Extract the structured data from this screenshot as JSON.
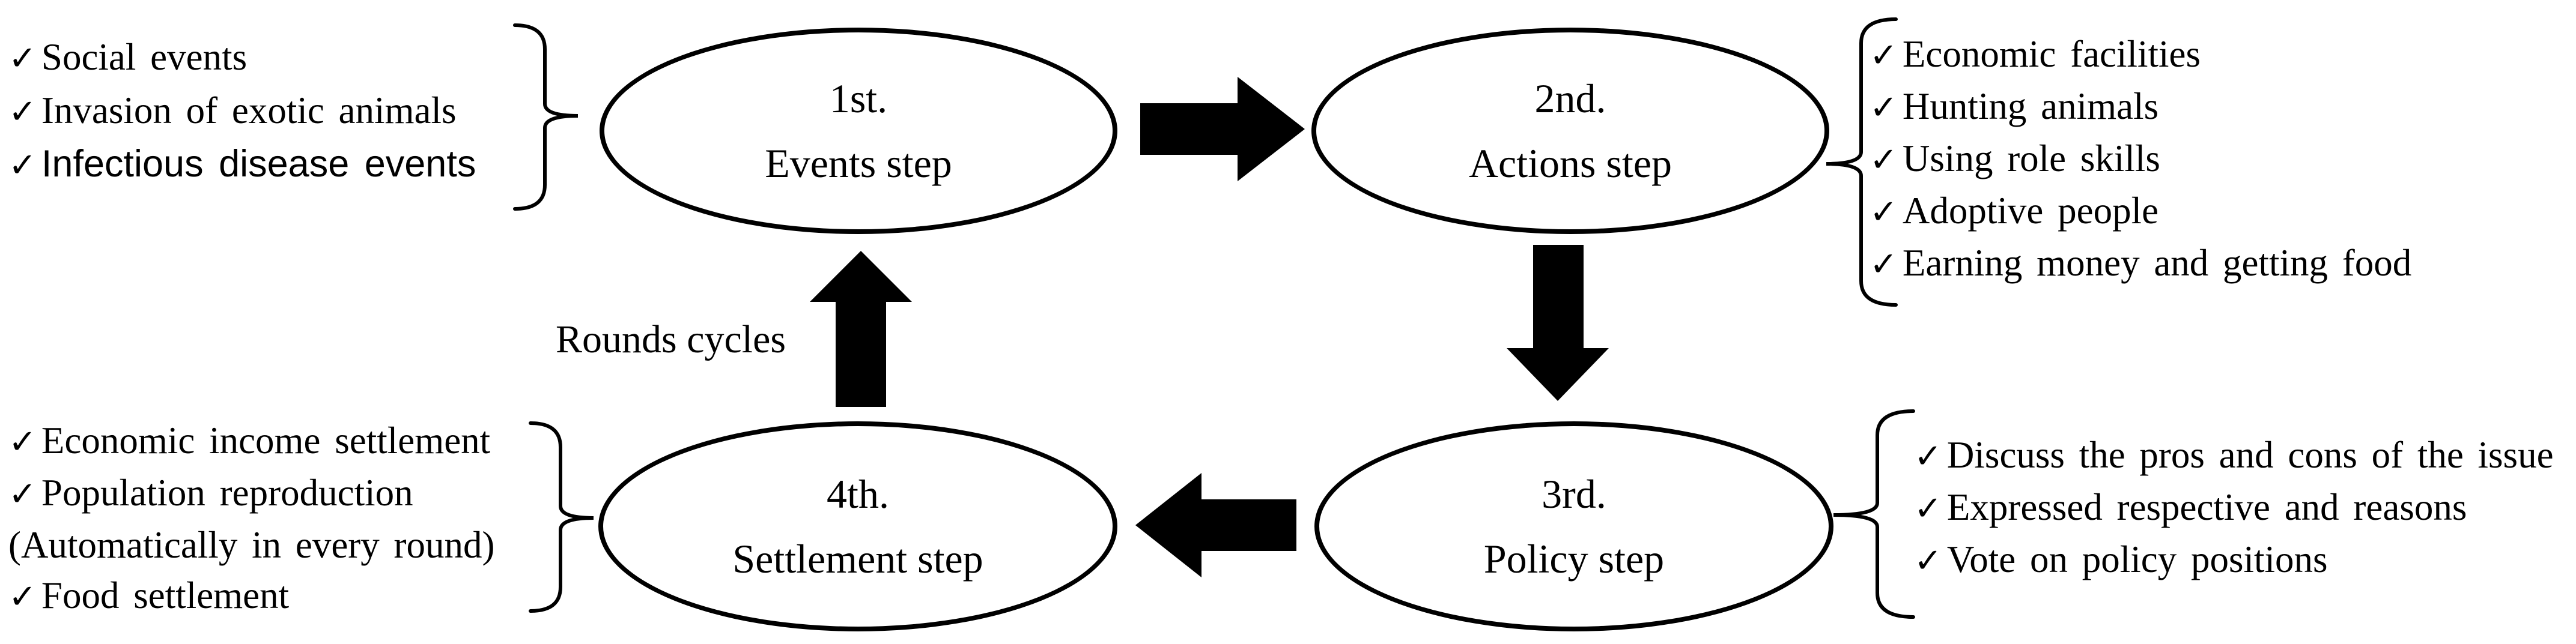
{
  "diagram": {
    "cycle_label": "Rounds cycles",
    "checkmark": "✓",
    "steps": {
      "events": {
        "order": "1st.",
        "name": "Events step"
      },
      "actions": {
        "order": "2nd.",
        "name": "Actions step"
      },
      "policy": {
        "order": "3rd.",
        "name": "Policy step"
      },
      "settlement": {
        "order": "4th.",
        "name": "Settlement step"
      }
    },
    "lists": {
      "events": {
        "items": [
          {
            "text": "Social events"
          },
          {
            "text": "Invasion of exotic animals"
          },
          {
            "text": "Infectious disease events"
          }
        ]
      },
      "actions": {
        "items": [
          {
            "text": "Economic facilities"
          },
          {
            "text": "Hunting animals"
          },
          {
            "text": "Using role skills"
          },
          {
            "text": "Adoptive people"
          },
          {
            "text": "Earning money and getting food"
          }
        ]
      },
      "policy": {
        "items": [
          {
            "text": "Discuss the pros and cons of the issue"
          },
          {
            "text": "Expressed respective and reasons"
          },
          {
            "text": "Vote on policy positions"
          }
        ]
      },
      "settlement": {
        "items": [
          {
            "text": "Economic income settlement"
          },
          {
            "text": "Population reproduction"
          },
          {
            "text": "(Automatically in every round)"
          },
          {
            "text": "Food settlement"
          }
        ]
      }
    }
  }
}
